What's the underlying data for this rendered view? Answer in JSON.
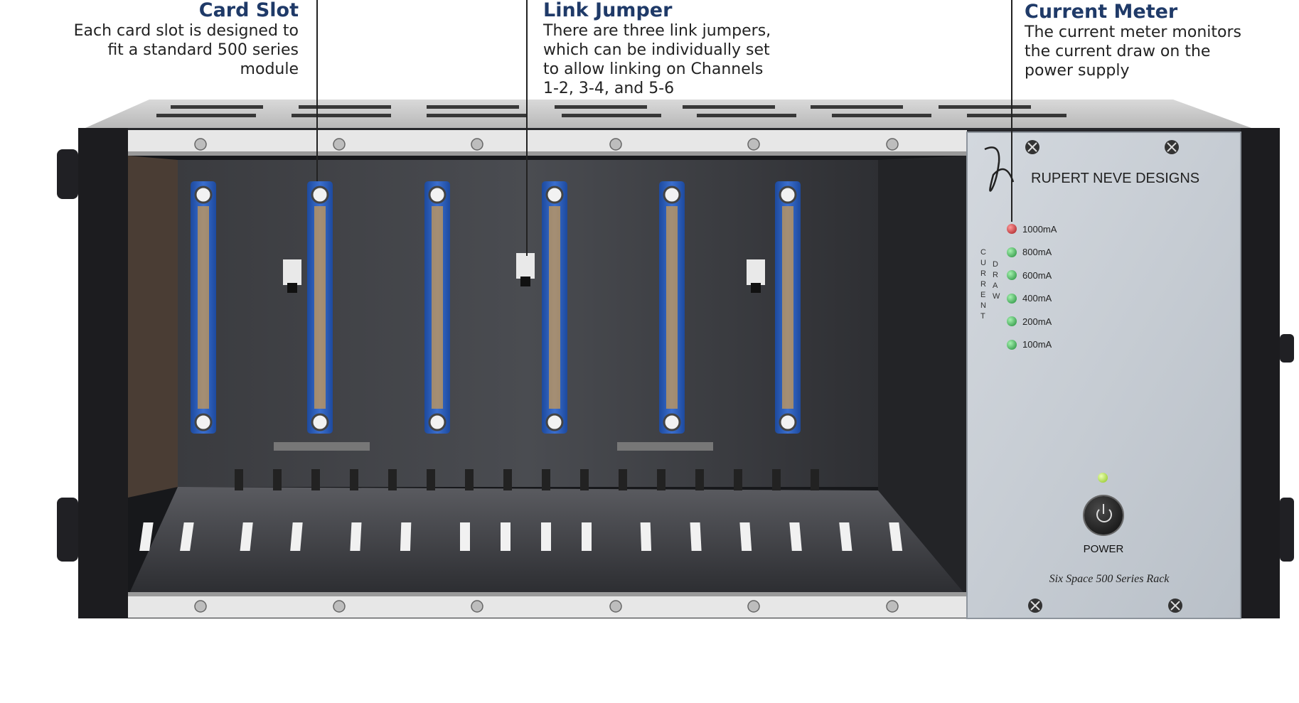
{
  "callouts": {
    "card_slot": {
      "title": "Card Slot",
      "text": "Each card slot is designed to\nfit a standard 500 series\nmodule"
    },
    "link_jumper": {
      "title": "Link Jumper",
      "text": "There are three link jumpers,\nwhich can be individually set\nto allow linking on Channels\n1-2, 3-4, and 5-6"
    },
    "current_meter": {
      "title": "Current Meter",
      "text": "The current meter monitors\nthe current draw on the\npower supply"
    }
  },
  "panel": {
    "brand": "RUPERT NEVE DESIGNS",
    "current_label_left": "CURRENT",
    "current_label_right": "DRAW",
    "meter": [
      {
        "label": "1000mA",
        "color": "#c0252a"
      },
      {
        "label": "800mA",
        "color": "#2fa84a"
      },
      {
        "label": "600mA",
        "color": "#2fa84a"
      },
      {
        "label": "400mA",
        "color": "#2fa84a"
      },
      {
        "label": "200mA",
        "color": "#2fa84a"
      },
      {
        "label": "100mA",
        "color": "#2fa84a"
      }
    ],
    "power_label": "POWER",
    "model": "Six Space 500 Series Rack"
  },
  "colors": {
    "callout_title": "#1f3a68",
    "connector_blue": "#2a5ab0",
    "chassis": "#2a2a2c",
    "panel": "#c9cfd6"
  },
  "icons": {
    "logo": "rnd-logo-icon",
    "power_button": "power-button-icon"
  }
}
